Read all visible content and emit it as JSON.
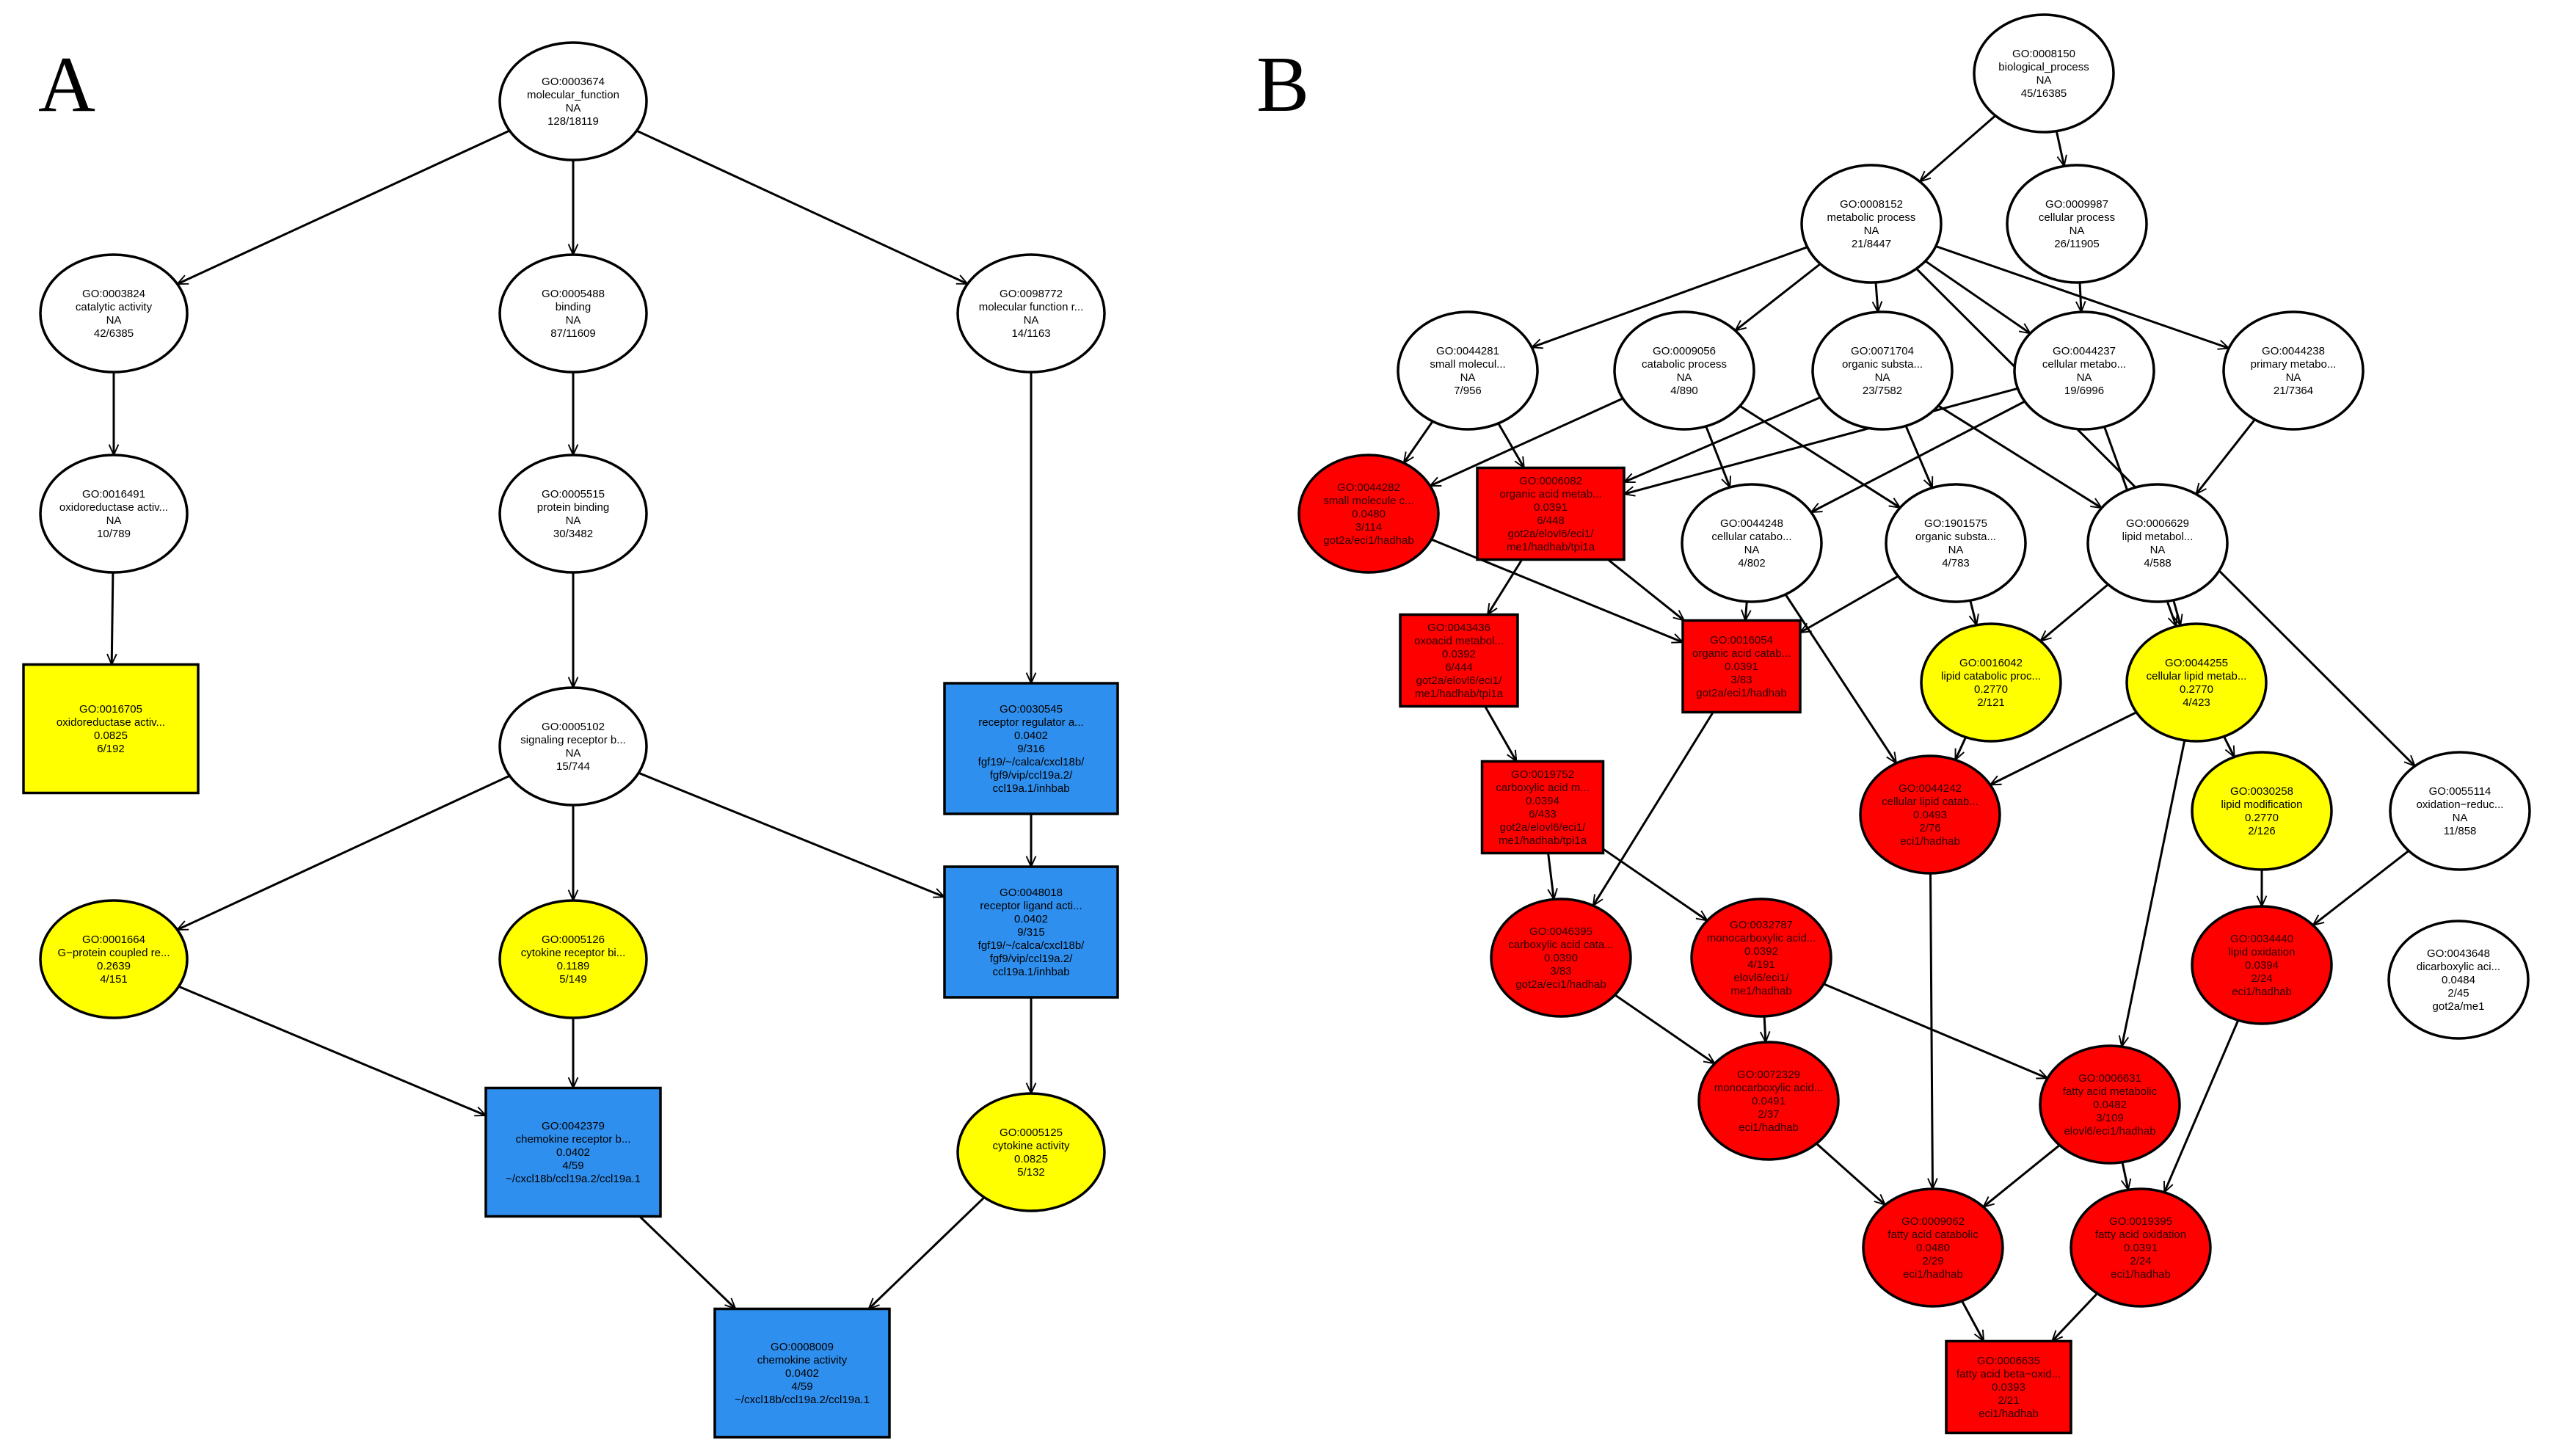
{
  "panels": [
    {
      "label": "A"
    },
    {
      "label": "B"
    }
  ],
  "colors": {
    "white": "#ffffff",
    "yellow": "#ffff00",
    "blue": "#2f8fee",
    "red": "#ff0000"
  },
  "nodes": [
    {
      "id": "a_mf",
      "panel": "A",
      "shape": "ellipse",
      "color": "white",
      "lines": [
        "GO:0003674",
        "molecular_function",
        "NA",
        "128/18119"
      ]
    },
    {
      "id": "a_cat",
      "panel": "A",
      "shape": "ellipse",
      "color": "white",
      "lines": [
        "GO:0003824",
        "catalytic activity",
        "NA",
        "42/6385"
      ]
    },
    {
      "id": "a_bind",
      "panel": "A",
      "shape": "ellipse",
      "color": "white",
      "lines": [
        "GO:0005488",
        "binding",
        "NA",
        "87/11609"
      ]
    },
    {
      "id": "a_mfr",
      "panel": "A",
      "shape": "ellipse",
      "color": "white",
      "lines": [
        "GO:0098772",
        "molecular function r...",
        "NA",
        "14/1163"
      ]
    },
    {
      "id": "a_oxr",
      "panel": "A",
      "shape": "ellipse",
      "color": "white",
      "lines": [
        "GO:0016491",
        "oxidoreductase activ...",
        "NA",
        "10/789"
      ]
    },
    {
      "id": "a_pb",
      "panel": "A",
      "shape": "ellipse",
      "color": "white",
      "lines": [
        "GO:0005515",
        "protein binding",
        "NA",
        "30/3482"
      ]
    },
    {
      "id": "a_ox2",
      "panel": "A",
      "shape": "box",
      "color": "yellow",
      "lines": [
        "GO:0016705",
        "oxidoreductase activ...",
        "0.0825",
        "6/192"
      ]
    },
    {
      "id": "a_srb",
      "panel": "A",
      "shape": "ellipse",
      "color": "white",
      "lines": [
        "GO:0005102",
        "signaling receptor b...",
        "NA",
        "15/744"
      ]
    },
    {
      "id": "a_rra",
      "panel": "A",
      "shape": "box",
      "color": "blue",
      "lines": [
        "GO:0030545",
        "receptor regulator a...",
        "0.0402",
        "9/316",
        "fgf19/~/calca/cxcl18b/",
        "fgf9/vip/ccl19a.2/",
        "ccl19a.1/inhbab"
      ]
    },
    {
      "id": "a_gpcr",
      "panel": "A",
      "shape": "ellipse",
      "color": "yellow",
      "lines": [
        "GO:0001664",
        "G−protein coupled re...",
        "0.2639",
        "4/151"
      ]
    },
    {
      "id": "a_crb",
      "panel": "A",
      "shape": "ellipse",
      "color": "yellow",
      "lines": [
        "GO:0005126",
        "cytokine receptor bi...",
        "0.1189",
        "5/149"
      ]
    },
    {
      "id": "a_rla",
      "panel": "A",
      "shape": "box",
      "color": "blue",
      "lines": [
        "GO:0048018",
        "receptor ligand acti...",
        "0.0402",
        "9/315",
        "fgf19/~/calca/cxcl18b/",
        "fgf9/vip/ccl19a.2/",
        "ccl19a.1/inhbab"
      ]
    },
    {
      "id": "a_ckrb",
      "panel": "A",
      "shape": "box",
      "color": "blue",
      "lines": [
        "GO:0042379",
        "chemokine receptor b...",
        "0.0402",
        "4/59",
        "~/cxcl18b/ccl19a.2/ccl19a.1"
      ]
    },
    {
      "id": "a_cyt",
      "panel": "A",
      "shape": "ellipse",
      "color": "yellow",
      "lines": [
        "GO:0005125",
        "cytokine activity",
        "0.0825",
        "5/132"
      ]
    },
    {
      "id": "a_cka",
      "panel": "A",
      "shape": "box",
      "color": "blue",
      "lines": [
        "GO:0008009",
        "chemokine activity",
        "0.0402",
        "4/59",
        "~/cxcl18b/ccl19a.2/ccl19a.1"
      ]
    },
    {
      "id": "b_bp",
      "panel": "B",
      "shape": "ellipse",
      "color": "white",
      "lines": [
        "GO:0008150",
        "biological_process",
        "NA",
        "45/16385"
      ]
    },
    {
      "id": "b_met",
      "panel": "B",
      "shape": "ellipse",
      "color": "white",
      "lines": [
        "GO:0008152",
        "metabolic process",
        "NA",
        "21/8447"
      ]
    },
    {
      "id": "b_cell",
      "panel": "B",
      "shape": "ellipse",
      "color": "white",
      "lines": [
        "GO:0009987",
        "cellular process",
        "NA",
        "26/11905"
      ]
    },
    {
      "id": "b_smm",
      "panel": "B",
      "shape": "ellipse",
      "color": "white",
      "lines": [
        "GO:0044281",
        "small molecul...",
        "NA",
        "7/956"
      ]
    },
    {
      "id": "b_catp",
      "panel": "B",
      "shape": "ellipse",
      "color": "white",
      "lines": [
        "GO:0009056",
        "catabolic process",
        "NA",
        "4/890"
      ]
    },
    {
      "id": "b_osm",
      "panel": "B",
      "shape": "ellipse",
      "color": "white",
      "lines": [
        "GO:0071704",
        "organic substa...",
        "NA",
        "23/7582"
      ]
    },
    {
      "id": "b_cmet",
      "panel": "B",
      "shape": "ellipse",
      "color": "white",
      "lines": [
        "GO:0044237",
        "cellular metabo...",
        "NA",
        "19/6996"
      ]
    },
    {
      "id": "b_pmet",
      "panel": "B",
      "shape": "ellipse",
      "color": "white",
      "lines": [
        "GO:0044238",
        "primary metabo...",
        "NA",
        "21/7364"
      ]
    },
    {
      "id": "b_smc",
      "panel": "B",
      "shape": "ellipse",
      "color": "red",
      "lines": [
        "GO:0044282",
        "small molecule c...",
        "0.0480",
        "3/114",
        "got2a/eci1/hadhab"
      ]
    },
    {
      "id": "b_oam",
      "panel": "B",
      "shape": "box",
      "color": "red",
      "lines": [
        "GO:0006082",
        "organic acid metab...",
        "0.0391",
        "6/448",
        "got2a/elovl6/eci1/",
        "me1/hadhab/tpi1a"
      ]
    },
    {
      "id": "b_ccat",
      "panel": "B",
      "shape": "ellipse",
      "color": "white",
      "lines": [
        "GO:0044248",
        "cellular catabo...",
        "NA",
        "4/802"
      ]
    },
    {
      "id": "b_osc",
      "panel": "B",
      "shape": "ellipse",
      "color": "white",
      "lines": [
        "GO:1901575",
        "organic substa...",
        "NA",
        "4/783"
      ]
    },
    {
      "id": "b_lmet",
      "panel": "B",
      "shape": "ellipse",
      "color": "white",
      "lines": [
        "GO:0006629",
        "lipid metabol...",
        "NA",
        "4/588"
      ]
    },
    {
      "id": "b_oxo",
      "panel": "B",
      "shape": "box",
      "color": "red",
      "lines": [
        "GO:0043436",
        "oxoacid metabol...",
        "0.0392",
        "6/444",
        "got2a/elovl6/eci1/",
        "me1/hadhab/tpi1a"
      ]
    },
    {
      "id": "b_oac",
      "panel": "B",
      "shape": "box",
      "color": "red",
      "lines": [
        "GO:0016054",
        "organic acid catab...",
        "0.0391",
        "3/83",
        "got2a/eci1/hadhab"
      ]
    },
    {
      "id": "b_lcat",
      "panel": "B",
      "shape": "ellipse",
      "color": "yellow",
      "lines": [
        "GO:0016042",
        "lipid catabolic proc...",
        "0.2770",
        "2/121"
      ]
    },
    {
      "id": "b_clm",
      "panel": "B",
      "shape": "ellipse",
      "color": "yellow",
      "lines": [
        "GO:0044255",
        "cellular lipid metab...",
        "0.2770",
        "4/423"
      ]
    },
    {
      "id": "b_cam",
      "panel": "B",
      "shape": "box",
      "color": "red",
      "lines": [
        "GO:0019752",
        "carboxylic acid m...",
        "0.0394",
        "6/433",
        "got2a/elovl6/eci1/",
        "me1/hadhab/tpi1a"
      ]
    },
    {
      "id": "b_clc",
      "panel": "B",
      "shape": "ellipse",
      "color": "red",
      "lines": [
        "GO:0044242",
        "cellular lipid catab...",
        "0.0493",
        "2/76",
        "eci1/hadhab"
      ]
    },
    {
      "id": "b_lmod",
      "panel": "B",
      "shape": "ellipse",
      "color": "yellow",
      "lines": [
        "GO:0030258",
        "lipid modification",
        "0.2770",
        "2/126"
      ]
    },
    {
      "id": "b_oxr",
      "panel": "B",
      "shape": "ellipse",
      "color": "white",
      "lines": [
        "GO:0055114",
        "oxidation−reduc...",
        "NA",
        "11/858"
      ]
    },
    {
      "id": "b_cac",
      "panel": "B",
      "shape": "ellipse",
      "color": "red",
      "lines": [
        "GO:0046395",
        "carboxylic acid cata...",
        "0.0390",
        "3/83",
        "got2a/eci1/hadhab"
      ]
    },
    {
      "id": "b_mcm",
      "panel": "B",
      "shape": "ellipse",
      "color": "red",
      "lines": [
        "GO:0032787",
        "monocarboxylic acid...",
        "0.0392",
        "4/191",
        "elovl6/eci1/",
        "me1/hadhab"
      ]
    },
    {
      "id": "b_lox",
      "panel": "B",
      "shape": "ellipse",
      "color": "red",
      "lines": [
        "GO:0034440",
        "lipid oxidation",
        "0.0394",
        "2/24",
        "eci1/hadhab"
      ]
    },
    {
      "id": "b_dca",
      "panel": "B",
      "shape": "ellipse",
      "color": "white",
      "lines": [
        "GO:0043648",
        "dicarboxylic aci...",
        "0.0484",
        "2/45",
        "got2a/me1"
      ]
    },
    {
      "id": "b_mcc",
      "panel": "B",
      "shape": "ellipse",
      "color": "red",
      "lines": [
        "GO:0072329",
        "monocarboxylic acid...",
        "0.0491",
        "2/37",
        "eci1/hadhab"
      ]
    },
    {
      "id": "b_fam",
      "panel": "B",
      "shape": "ellipse",
      "color": "red",
      "lines": [
        "GO:0006631",
        "fatty acid metabolic",
        "0.0482",
        "3/109",
        "elovl6/eci1/hadhab"
      ]
    },
    {
      "id": "b_fac",
      "panel": "B",
      "shape": "ellipse",
      "color": "red",
      "lines": [
        "GO:0009062",
        "fatty acid catabolic",
        "0.0480",
        "2/29",
        "eci1/hadhab"
      ]
    },
    {
      "id": "b_fao",
      "panel": "B",
      "shape": "ellipse",
      "color": "red",
      "lines": [
        "GO:0019395",
        "fatty acid oxidation",
        "0.0391",
        "2/24",
        "eci1/hadhab"
      ]
    },
    {
      "id": "b_fabo",
      "panel": "B",
      "shape": "box",
      "color": "red",
      "lines": [
        "GO:0006635",
        "fatty acid beta−oxid...",
        "0.0393",
        "2/21",
        "eci1/hadhab"
      ]
    }
  ],
  "edges": [
    [
      "a_mf",
      "a_cat"
    ],
    [
      "a_mf",
      "a_bind"
    ],
    [
      "a_mf",
      "a_mfr"
    ],
    [
      "a_cat",
      "a_oxr"
    ],
    [
      "a_bind",
      "a_pb"
    ],
    [
      "a_mfr",
      "a_rra"
    ],
    [
      "a_oxr",
      "a_ox2"
    ],
    [
      "a_pb",
      "a_srb"
    ],
    [
      "a_rra",
      "a_rla"
    ],
    [
      "a_srb",
      "a_gpcr"
    ],
    [
      "a_srb",
      "a_crb"
    ],
    [
      "a_srb",
      "a_rla"
    ],
    [
      "a_gpcr",
      "a_ckrb"
    ],
    [
      "a_crb",
      "a_ckrb"
    ],
    [
      "a_rla",
      "a_cyt"
    ],
    [
      "a_ckrb",
      "a_cka"
    ],
    [
      "a_cyt",
      "a_cka"
    ],
    [
      "b_bp",
      "b_met"
    ],
    [
      "b_bp",
      "b_cell"
    ],
    [
      "b_met",
      "b_smm"
    ],
    [
      "b_met",
      "b_catp"
    ],
    [
      "b_met",
      "b_osm"
    ],
    [
      "b_met",
      "b_cmet"
    ],
    [
      "b_met",
      "b_pmet"
    ],
    [
      "b_met",
      "b_oxr"
    ],
    [
      "b_cell",
      "b_cmet"
    ],
    [
      "b_smm",
      "b_smc"
    ],
    [
      "b_smm",
      "b_oam"
    ],
    [
      "b_catp",
      "b_smc"
    ],
    [
      "b_catp",
      "b_ccat"
    ],
    [
      "b_catp",
      "b_osc"
    ],
    [
      "b_osm",
      "b_oam"
    ],
    [
      "b_osm",
      "b_osc"
    ],
    [
      "b_osm",
      "b_lmet"
    ],
    [
      "b_cmet",
      "b_oam"
    ],
    [
      "b_cmet",
      "b_ccat"
    ],
    [
      "b_cmet",
      "b_clm"
    ],
    [
      "b_pmet",
      "b_lmet"
    ],
    [
      "b_smc",
      "b_oac"
    ],
    [
      "b_oam",
      "b_oxo"
    ],
    [
      "b_oam",
      "b_oac"
    ],
    [
      "b_ccat",
      "b_oac"
    ],
    [
      "b_ccat",
      "b_clc"
    ],
    [
      "b_osc",
      "b_oac"
    ],
    [
      "b_osc",
      "b_lcat"
    ],
    [
      "b_lmet",
      "b_lcat"
    ],
    [
      "b_lmet",
      "b_clm"
    ],
    [
      "b_oxo",
      "b_cam"
    ],
    [
      "b_oac",
      "b_cac"
    ],
    [
      "b_lcat",
      "b_clc"
    ],
    [
      "b_clm",
      "b_clc"
    ],
    [
      "b_clm",
      "b_lmod"
    ],
    [
      "b_clm",
      "b_fam"
    ],
    [
      "b_cam",
      "b_cac"
    ],
    [
      "b_cam",
      "b_mcm"
    ],
    [
      "b_clc",
      "b_fac"
    ],
    [
      "b_lmod",
      "b_lox"
    ],
    [
      "b_oxr",
      "b_lox"
    ],
    [
      "b_cac",
      "b_mcc"
    ],
    [
      "b_mcm",
      "b_mcc"
    ],
    [
      "b_mcm",
      "b_fam"
    ],
    [
      "b_mcc",
      "b_fac"
    ],
    [
      "b_fam",
      "b_fac"
    ],
    [
      "b_fam",
      "b_fao"
    ],
    [
      "b_lox",
      "b_fao"
    ],
    [
      "b_fac",
      "b_fabo"
    ],
    [
      "b_fao",
      "b_fabo"
    ]
  ]
}
